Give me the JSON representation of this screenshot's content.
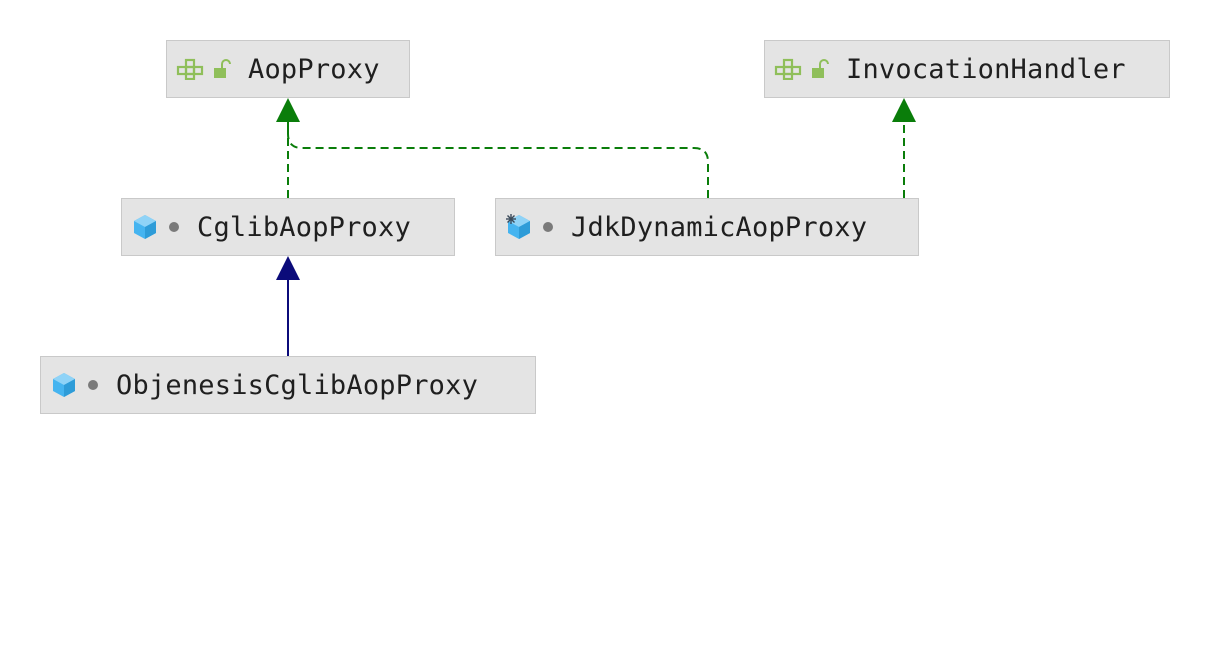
{
  "diagram": {
    "nodes": [
      {
        "id": "aopproxy",
        "label": "AopProxy",
        "kind": "interface",
        "icon": "interface-icon",
        "visibility": "public-lock-icon"
      },
      {
        "id": "invocationhandler",
        "label": "InvocationHandler",
        "kind": "interface",
        "icon": "interface-icon",
        "visibility": "public-lock-icon"
      },
      {
        "id": "cglibaopproxy",
        "label": "CglibAopProxy",
        "kind": "class",
        "icon": "class-cube-icon",
        "visibility": "package-dot-icon"
      },
      {
        "id": "jdkdynamicaopproxy",
        "label": "JdkDynamicAopProxy",
        "kind": "final-class",
        "icon": "final-class-cube-icon",
        "visibility": "package-dot-icon"
      },
      {
        "id": "objenesiscglibaopproxy",
        "label": "ObjenesisCglibAopProxy",
        "kind": "class",
        "icon": "class-cube-icon",
        "visibility": "package-dot-icon"
      }
    ],
    "edges": [
      {
        "from": "cglibaopproxy",
        "to": "aopproxy",
        "type": "implements"
      },
      {
        "from": "jdkdynamicaopproxy",
        "to": "aopproxy",
        "type": "implements"
      },
      {
        "from": "jdkdynamicaopproxy",
        "to": "invocationhandler",
        "type": "implements"
      },
      {
        "from": "objenesiscglibaopproxy",
        "to": "cglibaopproxy",
        "type": "extends"
      }
    ],
    "colors": {
      "implements": "#0a7d0a",
      "extends": "#0b0b7a",
      "node_bg": "#e4e4e4",
      "node_border": "#c9c9c9",
      "interface_icon": "#8fbf5a",
      "class_icon": "#45b4f0"
    }
  }
}
